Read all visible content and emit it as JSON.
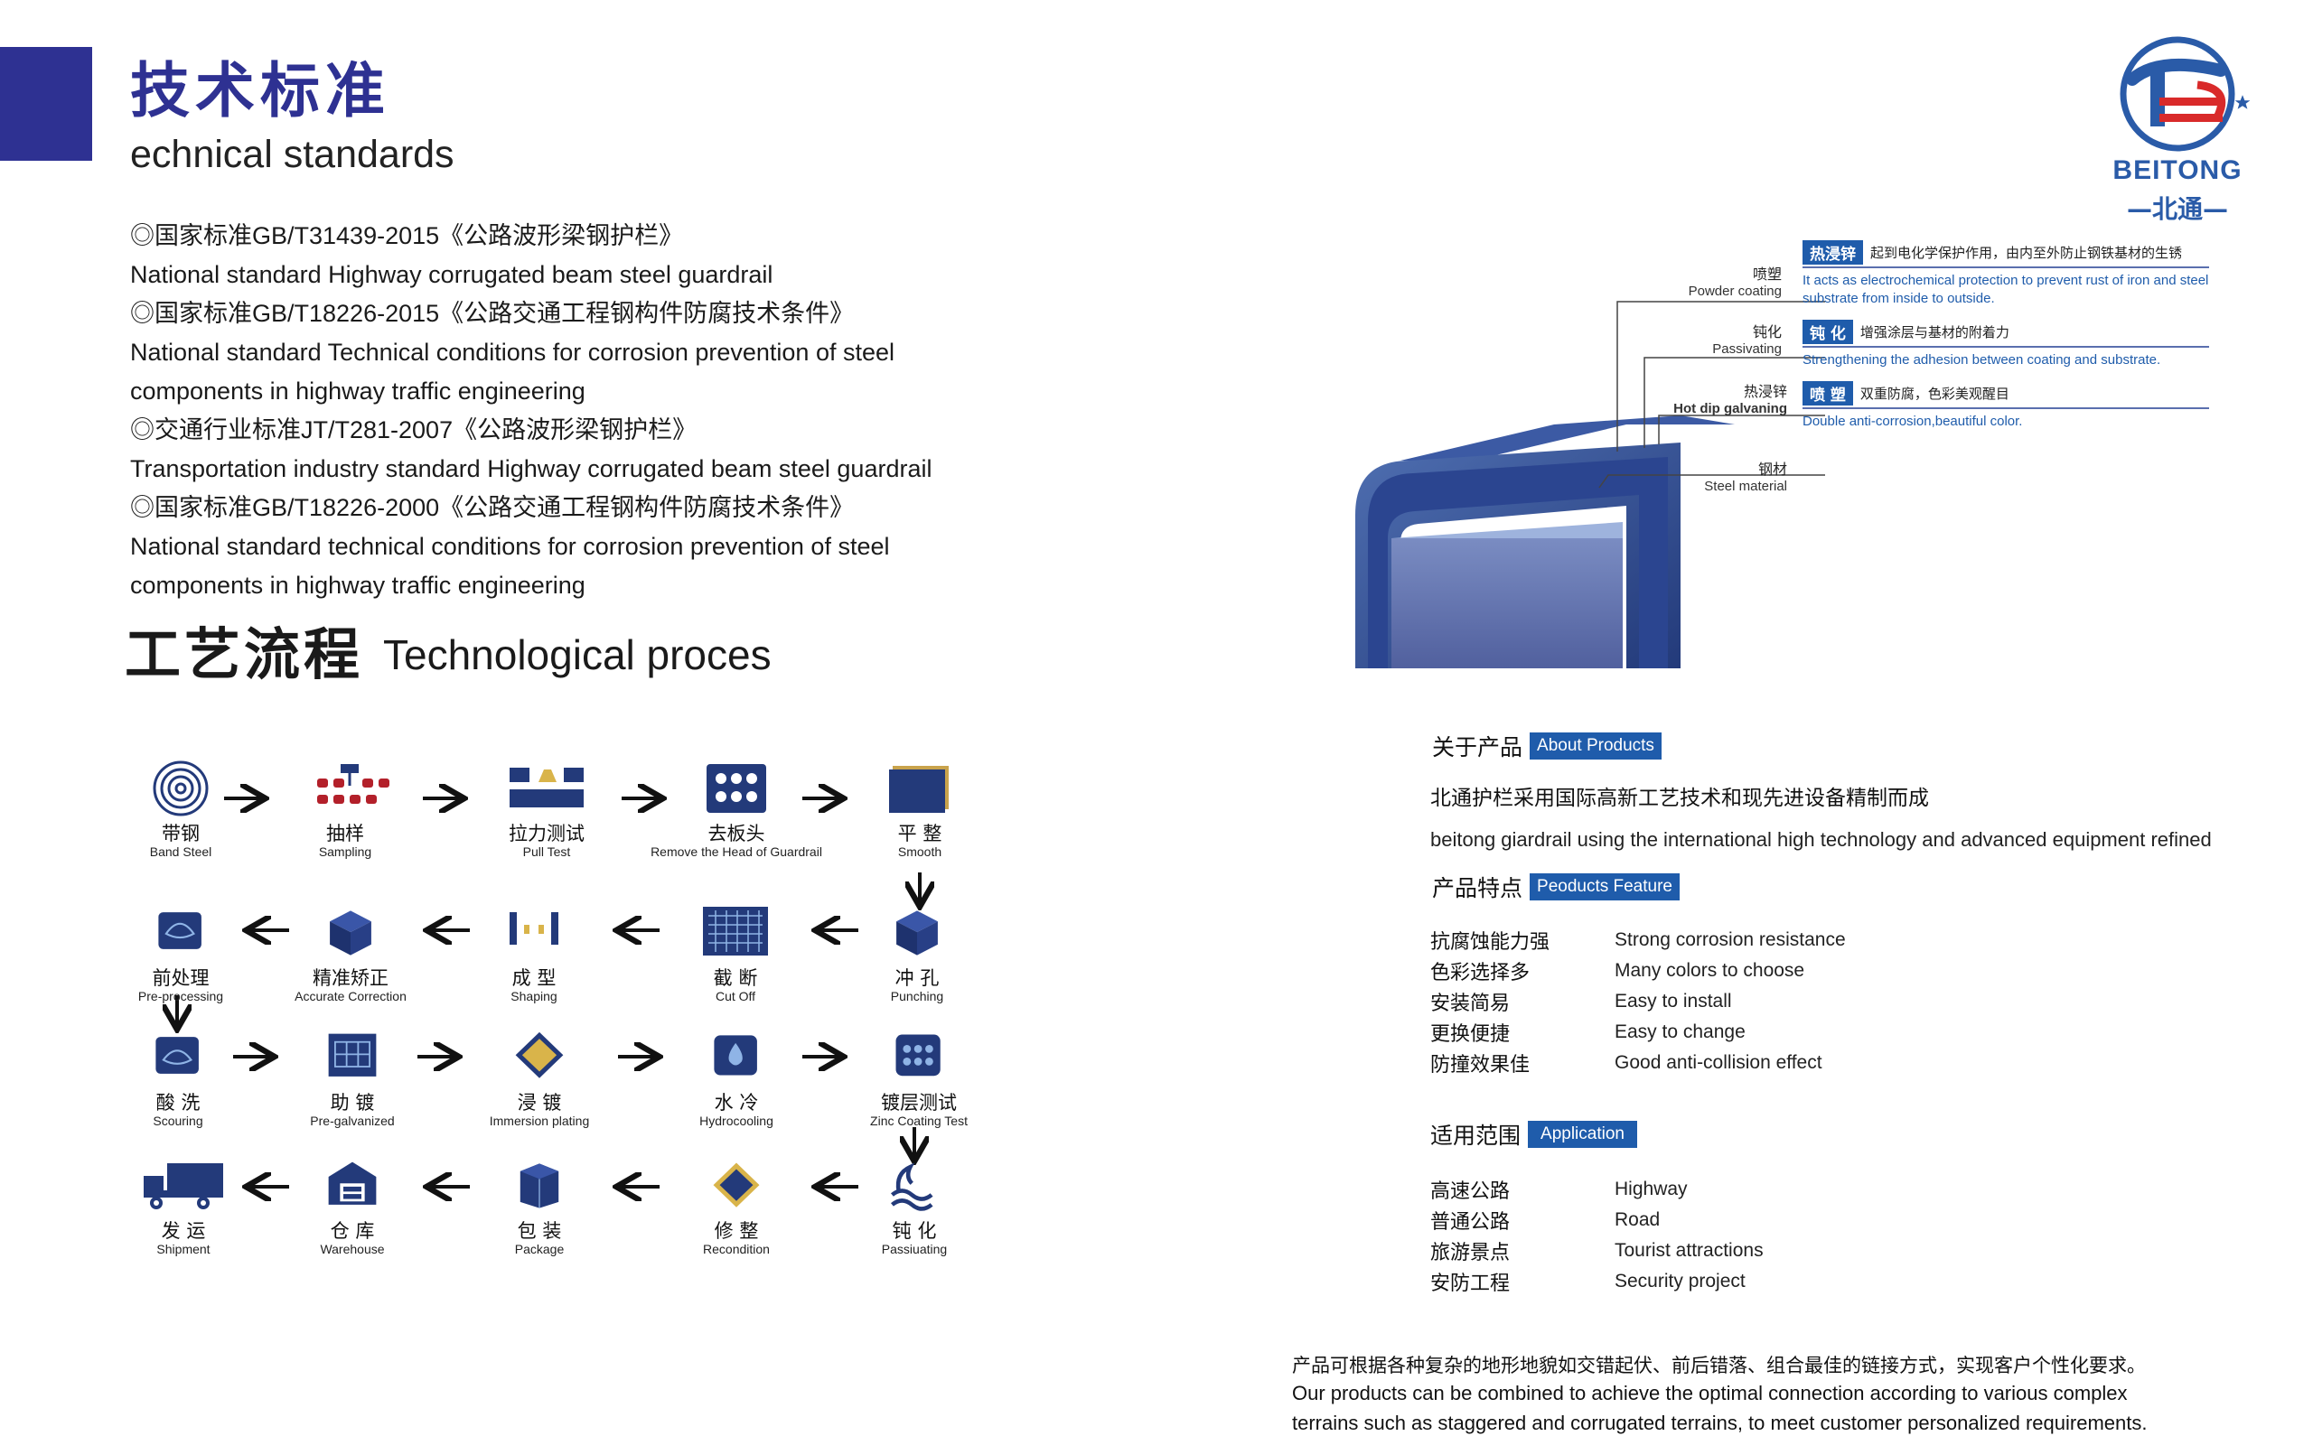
{
  "header": {
    "title_cn": "技术标准",
    "title_en": "echnical standards"
  },
  "standards": [
    "◎国家标准GB/T31439-2015《公路波形梁钢护栏》",
    "National standard   Highway corrugated beam steel guardrail",
    "◎国家标准GB/T18226-2015《公路交通工程钢构件防腐技术条件》",
    "National standard   Technical conditions for corrosion prevention of steel",
    "components in highway traffic engineering",
    "◎交通行业标准JT/T281-2007《公路波形梁钢护栏》",
    "Transportation industry standard  Highway corrugated beam steel guardrail",
    "◎国家标准GB/T18226-2000《公路交通工程钢构件防腐技术条件》",
    "National standard   technical conditions for corrosion prevention of steel",
    "components in highway traffic engineering"
  ],
  "process": {
    "title_cn": "工艺流程",
    "title_en": "Technological proces",
    "steps": [
      {
        "cn": "带钢",
        "en": "Band Steel"
      },
      {
        "cn": "抽样",
        "en": "Sampling"
      },
      {
        "cn": "拉力测试",
        "en": "Pull Test"
      },
      {
        "cn": "去板头",
        "en": "Remove the Head of Guardrail"
      },
      {
        "cn": "平 整",
        "en": "Smooth"
      },
      {
        "cn": "前处理",
        "en": "Pre-processing"
      },
      {
        "cn": "精准矫正",
        "en": "Accurate Correction"
      },
      {
        "cn": "成 型",
        "en": "Shaping"
      },
      {
        "cn": "截 断",
        "en": "Cut Off"
      },
      {
        "cn": "冲 孔",
        "en": "Punching"
      },
      {
        "cn": "酸 洗",
        "en": "Scouring"
      },
      {
        "cn": "助 镀",
        "en": "Pre-galvanized"
      },
      {
        "cn": "浸 镀",
        "en": "Immersion plating"
      },
      {
        "cn": "水 冷",
        "en": "Hydrocooling"
      },
      {
        "cn": "镀层测试",
        "en": "Zinc Coating Test"
      },
      {
        "cn": "发 运",
        "en": "Shipment"
      },
      {
        "cn": "仓 库",
        "en": "Warehouse"
      },
      {
        "cn": "包 装",
        "en": "Package"
      },
      {
        "cn": "修 整",
        "en": "Recondition"
      },
      {
        "cn": "钝 化",
        "en": "Passiuating"
      }
    ]
  },
  "logo": {
    "name_en": "BEITONG",
    "name_cn": "—北通—"
  },
  "layers": [
    {
      "cn": "喷塑",
      "en": "Powder coating"
    },
    {
      "cn": "钝化",
      "en": "Passivating"
    },
    {
      "cn": "热浸锌",
      "en": "Hot dip galvaning"
    },
    {
      "cn": "钢材",
      "en": "Steel material"
    }
  ],
  "layer_info": [
    {
      "tag": "热浸锌",
      "cn": "起到电化学保护作用，由内至外防止钢铁基材的生锈",
      "en": "It acts as electrochemical protection to prevent rust of iron and steel substrate from inside to outside."
    },
    {
      "tag": "钝 化",
      "cn": "增强涂层与基材的附着力",
      "en": "Strengthening the adhesion between coating and substrate."
    },
    {
      "tag": "喷 塑",
      "cn": "双重防腐，色彩美观醒目",
      "en": "Double anti-corrosion,beautiful color."
    }
  ],
  "about": {
    "title_cn": "关于产品",
    "title_en": "About Products",
    "text_cn": "北通护栏采用国际高新工艺技术和现先进设备精制而成",
    "text_en": "beitong giardrail using the international high technology and advanced equipment refined"
  },
  "features": {
    "title_cn": "产品特点",
    "title_en": "Peoducts Feature",
    "items": [
      {
        "cn": "抗腐蚀能力强",
        "en": "Strong corrosion resistance"
      },
      {
        "cn": "色彩选择多",
        "en": "Many colors to choose"
      },
      {
        "cn": "安装简易",
        "en": "Easy to install"
      },
      {
        "cn": "更换便捷",
        "en": "Easy to change"
      },
      {
        "cn": "防撞效果佳",
        "en": "Good anti-collision effect"
      }
    ]
  },
  "application": {
    "title_cn": "适用范围",
    "title_en": "Application",
    "items": [
      {
        "cn": "高速公路",
        "en": "Highway"
      },
      {
        "cn": "普通公路",
        "en": "Road"
      },
      {
        "cn": "旅游景点",
        "en": "Tourist attractions"
      },
      {
        "cn": "安防工程",
        "en": "Security project"
      }
    ]
  },
  "footer": {
    "cn": "产品可根据各种复杂的地形地貌如交错起伏、前后错落、组合最佳的链接方式，实现客户个性化要求。",
    "en1": "Our products can be combined to achieve the optimal connection according to various complex",
    "en2": " terrains such as staggered and corrugated terrains, to meet customer personalized requirements."
  },
  "colors": {
    "brand_navy": "#2e3192",
    "accent_blue": "#1f5cab",
    "icon_navy": "#233a7a"
  }
}
